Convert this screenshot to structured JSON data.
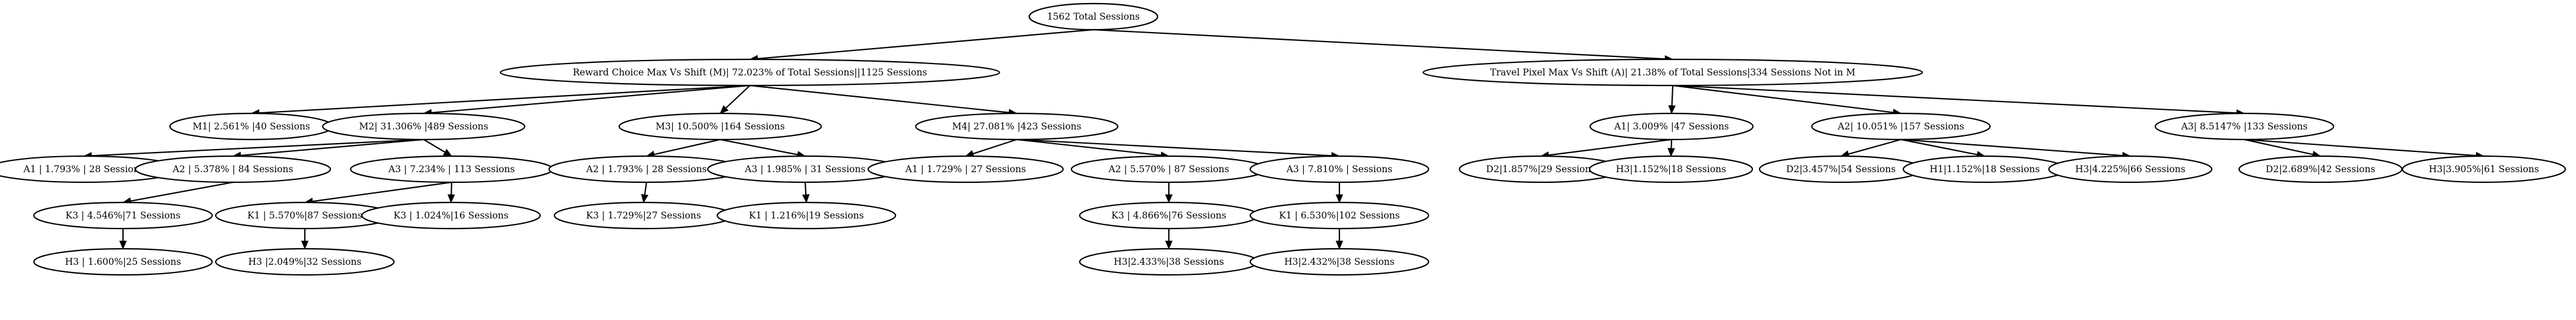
{
  "nodes": [
    {
      "id": "root",
      "label": "1562 Total Sessions"
    },
    {
      "id": "reward",
      "label": "Reward Choice Max Vs Shift (M)| 72.023% of Total Sessions||1125 Sessions"
    },
    {
      "id": "travel",
      "label": "Travel Pixel Max Vs Shift (A)| 21.38% of Total Sessions|334 Sessions Not in M"
    },
    {
      "id": "m1",
      "label": "M1| 2.561% |40 Sessions"
    },
    {
      "id": "m2",
      "label": "M2| 31.306% |489 Sessions"
    },
    {
      "id": "m3",
      "label": "M3| 10.500% |164 Sessions"
    },
    {
      "id": "m4",
      "label": "M4| 27.081% |423 Sessions"
    },
    {
      "id": "ta1",
      "label": "A1| 3.009% |47 Sessions"
    },
    {
      "id": "ta2",
      "label": "A2| 10.051% |157 Sessions"
    },
    {
      "id": "ta3",
      "label": "A3| 8.5147% |133 Sessions"
    },
    {
      "id": "m2a1",
      "label": "A1 | 1.793% | 28 Sessions"
    },
    {
      "id": "m2a2",
      "label": "A2 | 5.378% | 84 Sessions"
    },
    {
      "id": "m2a3",
      "label": "A3 | 7.234% | 113 Sessions"
    },
    {
      "id": "m3a2",
      "label": "A2 | 1.793% | 28 Sessions"
    },
    {
      "id": "m3a3",
      "label": "A3 | 1.985% | 31 Sessions"
    },
    {
      "id": "m4a1",
      "label": "A1 | 1.729% | 27 Sessions"
    },
    {
      "id": "m4a2",
      "label": "A2 | 5.570% | 87 Sessions"
    },
    {
      "id": "m4a3",
      "label": "A3 | 7.810% | Sessions"
    },
    {
      "id": "ta1d2",
      "label": "D2|1.857%|29 Sessions"
    },
    {
      "id": "ta1h3",
      "label": "H3|1.152%|18 Sessions"
    },
    {
      "id": "ta2d2",
      "label": "D2|3.457%|54 Sessions"
    },
    {
      "id": "ta2h1",
      "label": "H1|1.152%|18 Sessions"
    },
    {
      "id": "ta2h3",
      "label": "H3|4.225%|66 Sessions"
    },
    {
      "id": "ta3d2",
      "label": "D2|2.689%|42 Sessions"
    },
    {
      "id": "ta3h3",
      "label": "H3|3.905%|61 Sessions"
    },
    {
      "id": "m2a2k3",
      "label": "K3 | 4.546%|71 Sessions"
    },
    {
      "id": "m2a3k1",
      "label": "K1 | 5.570%|87 Sessions"
    },
    {
      "id": "m2a3k3",
      "label": "K3 | 1.024%|16 Sessions"
    },
    {
      "id": "m3a2k3",
      "label": "K3 | 1.729%|27 Sessions"
    },
    {
      "id": "m3a3k1",
      "label": "K1 | 1.216%|19 Sessions"
    },
    {
      "id": "m4a2k3",
      "label": "K3 | 4.866%|76 Sessions"
    },
    {
      "id": "m4a3k1",
      "label": "K1 | 6.530%|102 Sessions"
    },
    {
      "id": "m2a2k3h3",
      "label": "H3 | 1.600%|25 Sessions"
    },
    {
      "id": "m2a3k1h3",
      "label": "H3 |2.049%|32 Sessions"
    },
    {
      "id": "m4a2k3h3",
      "label": "H3|2.433%|38 Sessions"
    },
    {
      "id": "m4a3k1h3",
      "label": "H3|2.432%|38 Sessions"
    }
  ],
  "edges": [
    [
      "root",
      "reward"
    ],
    [
      "root",
      "travel"
    ],
    [
      "reward",
      "m1"
    ],
    [
      "reward",
      "m2"
    ],
    [
      "reward",
      "m3"
    ],
    [
      "reward",
      "m4"
    ],
    [
      "travel",
      "ta1"
    ],
    [
      "travel",
      "ta2"
    ],
    [
      "travel",
      "ta3"
    ],
    [
      "m2",
      "m2a1"
    ],
    [
      "m2",
      "m2a2"
    ],
    [
      "m2",
      "m2a3"
    ],
    [
      "m3",
      "m3a2"
    ],
    [
      "m3",
      "m3a3"
    ],
    [
      "m4",
      "m4a1"
    ],
    [
      "m4",
      "m4a2"
    ],
    [
      "m4",
      "m4a3"
    ],
    [
      "ta1",
      "ta1d2"
    ],
    [
      "ta1",
      "ta1h3"
    ],
    [
      "ta2",
      "ta2d2"
    ],
    [
      "ta2",
      "ta2h1"
    ],
    [
      "ta2",
      "ta2h3"
    ],
    [
      "ta3",
      "ta3d2"
    ],
    [
      "ta3",
      "ta3h3"
    ],
    [
      "m2a2",
      "m2a2k3"
    ],
    [
      "m2a3",
      "m2a3k1"
    ],
    [
      "m2a3",
      "m2a3k3"
    ],
    [
      "m3a2",
      "m3a2k3"
    ],
    [
      "m3a3",
      "m3a3k1"
    ],
    [
      "m4a2",
      "m4a2k3"
    ],
    [
      "m4a3",
      "m4a3k1"
    ],
    [
      "m2a2k3",
      "m2a2k3h3"
    ],
    [
      "m2a3k1",
      "m2a3k1h3"
    ],
    [
      "m4a2k3",
      "m4a2k3h3"
    ],
    [
      "m4a3k1",
      "m4a3k1h3"
    ]
  ]
}
